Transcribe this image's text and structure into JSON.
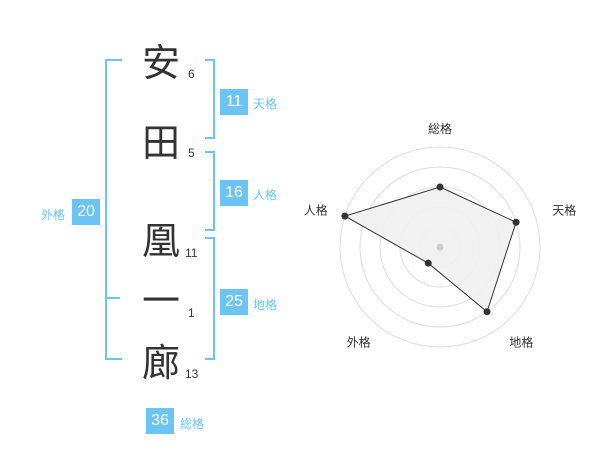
{
  "name": {
    "characters": [
      {
        "char": "安",
        "strokes": "6"
      },
      {
        "char": "田",
        "strokes": "5"
      },
      {
        "char": "凰",
        "strokes": "11"
      },
      {
        "char": "一",
        "strokes": "1"
      },
      {
        "char": "廊",
        "strokes": "13"
      }
    ]
  },
  "fortunes": {
    "tenkaku": {
      "value": "11",
      "label": "天格"
    },
    "jinkaku": {
      "value": "16",
      "label": "人格"
    },
    "chikaku": {
      "value": "25",
      "label": "地格"
    },
    "gaikaku": {
      "value": "20",
      "label": "外格"
    },
    "soukaku": {
      "value": "36",
      "label": "総格"
    }
  },
  "radar": {
    "axes": [
      "総格",
      "天格",
      "地格",
      "外格",
      "人格"
    ],
    "levels": 5,
    "values": [
      3,
      4,
      4,
      1,
      5
    ],
    "colors": {
      "fill": "#f0f0f0",
      "line": "#333333",
      "grid": "#dddddd",
      "point": "#333333",
      "center": "#cccccc"
    }
  },
  "colors": {
    "accent": "#6cc4f5",
    "text": "#333333"
  }
}
